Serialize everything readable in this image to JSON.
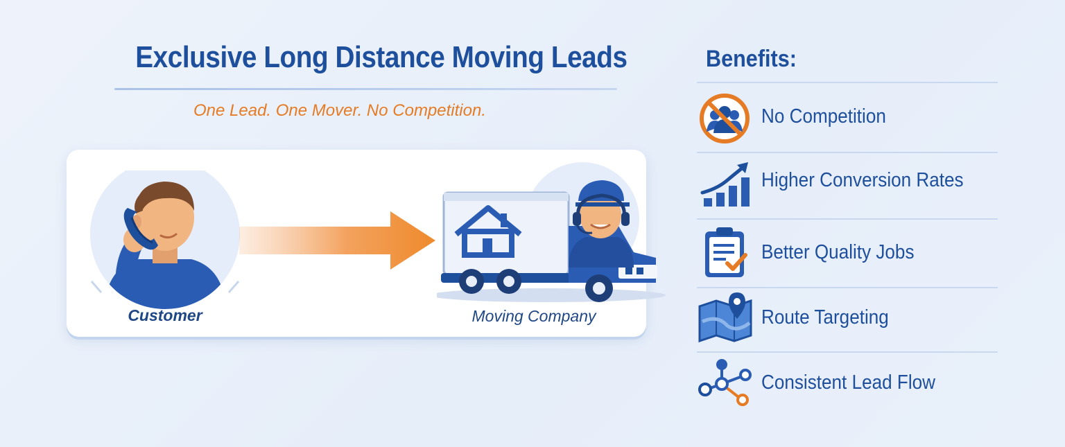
{
  "header": {
    "title": "Exclusive Long Distance Moving Leads",
    "tagline": "One Lead. One Mover. No Competition."
  },
  "flow": {
    "customer_label": "Customer",
    "mover_label": "Moving Company"
  },
  "benefits": {
    "title": "Benefits:",
    "items": [
      {
        "label": "No Competition",
        "icon": "no-competition-icon"
      },
      {
        "label": "Higher Conversion Rates",
        "icon": "growth-chart-icon"
      },
      {
        "label": "Better Quality Jobs",
        "icon": "clipboard-check-icon"
      },
      {
        "label": "Route Targeting",
        "icon": "map-pin-icon"
      },
      {
        "label": "Consistent Lead Flow",
        "icon": "network-flow-icon"
      }
    ]
  },
  "colors": {
    "brand_blue": "#1e4f9c",
    "accent_orange": "#e57b25",
    "background": "#eaf1fa"
  }
}
